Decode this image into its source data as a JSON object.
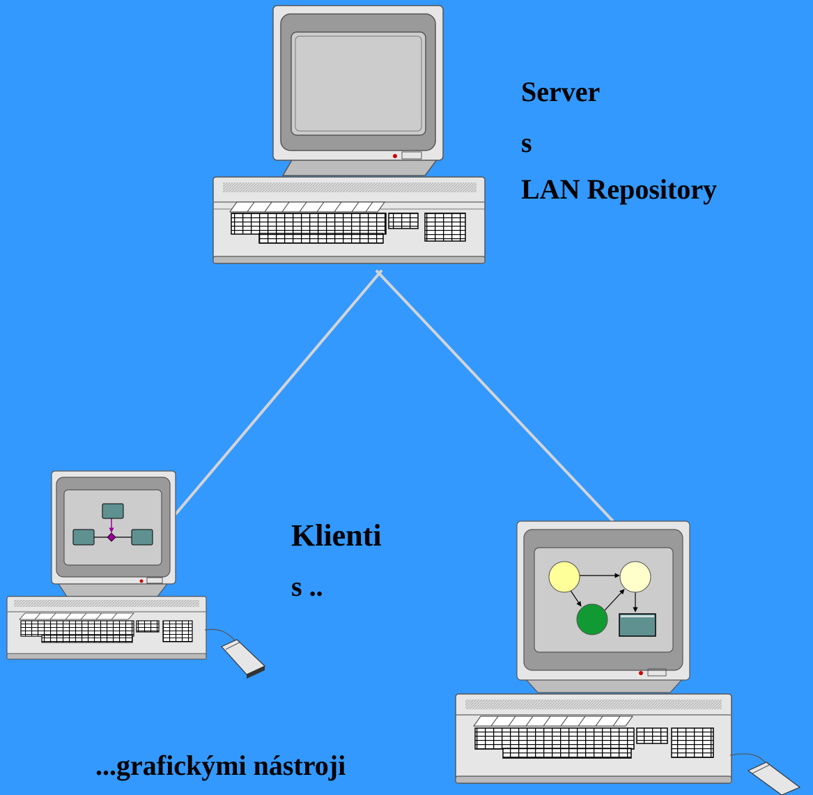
{
  "colors": {
    "background": "#3399ff",
    "device_body": "#e6e6e6",
    "device_outline": "#555555",
    "screen_outer": "#9a9a9a",
    "screen_inner": "#cccccc",
    "network_link": "#d4d4d4",
    "node_teal": "#5f9191",
    "node_yellow": "#ffff99",
    "node_cream": "#ffffcc",
    "node_green": "#119933",
    "connector_purple": "#990099"
  },
  "server": {
    "title": "Server",
    "connector": "s",
    "subtitle": "LAN Repository"
  },
  "clients": {
    "title": "Klienti",
    "connector": "s .."
  },
  "footer": {
    "text": "...grafickými nástroji"
  },
  "icons": {
    "server_computer": "desktop-computer-icon",
    "client_computer": "desktop-computer-icon",
    "mouse": "mouse-icon",
    "network_link": "network-cable"
  }
}
